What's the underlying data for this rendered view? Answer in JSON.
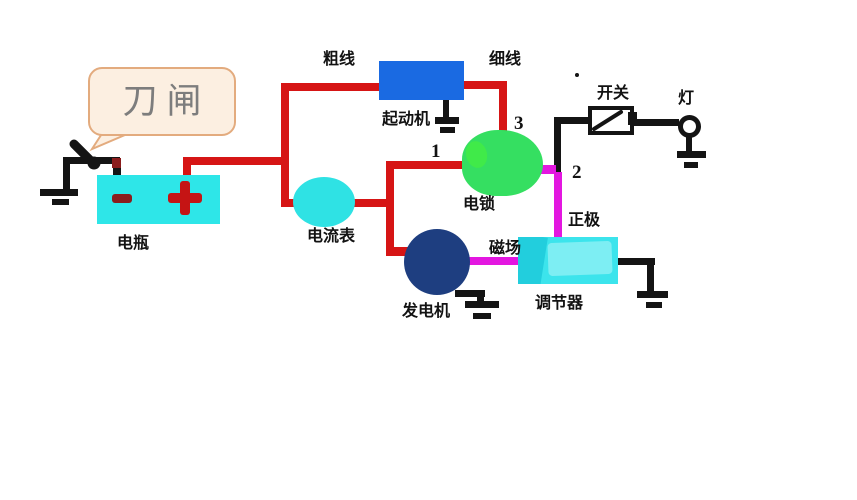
{
  "colors": {
    "wire_red": "#d61515",
    "wire_black": "#141414",
    "wire_magenta": "#e316e0",
    "battery_fill": "#2ee6e8",
    "battery_minus": "#8b1c1c",
    "battery_plus": "#c51414",
    "starter_fill": "#1a6ae2",
    "ammeter_fill": "#2fe2e4",
    "ignition_fill": "#35df61",
    "ignition_patch": "#40ea49",
    "generator_fill": "#1e3e80",
    "regulator_fill": "#3ce4ec",
    "regulator_light": "#7deef3",
    "regulator_dark": "#22cedd",
    "bubble_fill": "#fcefe1",
    "bubble_border": "#e3ab7e",
    "bubble_text": "#7d7d7d"
  },
  "callout": {
    "text": "刀闸"
  },
  "wire_labels": {
    "thick_wire": "粗线",
    "thin_wire": "细线",
    "positive_pole": "正极",
    "field": "磁场"
  },
  "terminals": {
    "n1": "1",
    "n2": "2",
    "n3": "3"
  },
  "components": {
    "battery": {
      "label": "电瓶",
      "minus_symbol": "-",
      "plus_symbol": "+"
    },
    "starter_motor": {
      "label": "起动机"
    },
    "ammeter": {
      "label": "电流表"
    },
    "ignition_lock": {
      "label": "电锁"
    },
    "generator": {
      "label": "发电机"
    },
    "regulator": {
      "label": "调节器"
    },
    "switch": {
      "label": "开关"
    },
    "lamp": {
      "label": "灯"
    }
  }
}
